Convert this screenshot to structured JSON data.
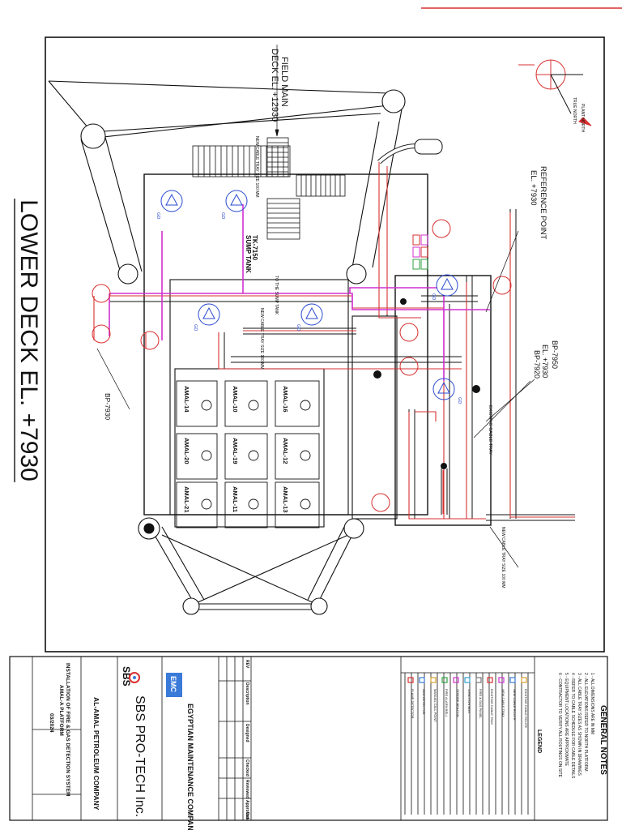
{
  "title": "LOWER DECK EL. +7930",
  "notes": {
    "heading": "GENERAL NOTES",
    "legend_heading": "LEGEND",
    "items": [
      "1 - ALL DIMENSIONS ARE IN MM",
      "2 - ALL ELEVATIONS REFER TO NORTH PLATFORM",
      "3 - ALL CABLE TRAY SIZES AS SHOWN IN DRAWINGS",
      "4 - REFER TO CABLE SCHEDULE FOR CABLE DETAILS",
      "5 - EQUIPMENT LOCATIONS ARE APPROXIMATE",
      "6 - CONTRACTOR TO VERIFY ALL ROUTINGS ON SITE"
    ],
    "legend_items": [
      "FLAME DETECTOR",
      "GAS DETECTOR",
      "MANUAL CALL POINT",
      "FIRE ALARM BELL",
      "STROBE BEACON",
      "JUNCTION BOX",
      "FIRE & GAS PANEL",
      "EXISTING CABLE TRAY",
      "NEW CABLE TRAY",
      "NEW CABLE ROUTE",
      "EXISTING CABLE ROUTE"
    ],
    "legend_colors": [
      "#d93030",
      "#3a7ad9",
      "#d9a030",
      "#30a040",
      "#d030d0",
      "#30a0d0",
      "#777777",
      "#d93030",
      "#d030d0",
      "#3a7ad9",
      "#d9a030"
    ]
  },
  "title_block": {
    "consultant": "EGYPTIAN MAINTENANCE COMPANY",
    "consultant_abbr": "EMC",
    "contractor": "SBS PRO-TECH Inc.",
    "contractor_abbr": "SBS",
    "client": "AL-AMAL PETROLEUM COMPANY",
    "project": "INSTALLATION OF FIRE & GAS DETECTION SYSTEM",
    "location": "AMAL-A PLATFORM",
    "date": "03/2024",
    "rev_headers": [
      "REV",
      "Description",
      "Designed",
      "Checked",
      "Reviewed",
      "Approved",
      "Date"
    ]
  },
  "labels": {
    "field_main": "FIELD MAIN",
    "deck_el": "DECK EL. +12930",
    "ref_point": "REFERENCE POINT",
    "ref_el": "EL. +7930",
    "bp_7950": "BP-7950",
    "bp_el": "EL. +7930",
    "bp_7920": "BP-7920",
    "bp_7930": "BP-7930",
    "sump_tank": "TK-7150",
    "sump_tank_sub": "SUMP TANK",
    "tray_1": "NEW CABLE TRAY SIZE 100 MM",
    "tray_2": "NEW CABLE TRAY SIZE 100 MM",
    "tray_3": "NEW CABLE TRAY SIZE 100 MM",
    "existing_tray": "EXISTING CABLE TRAY",
    "to_sump": "TO THE SUMP TANK",
    "plant_north": "PLANT NORTH",
    "true_north": "TRUE NORTH"
  },
  "wells": [
    "AMAL-14",
    "AMAL-10",
    "AMAL-16",
    "AMAL-12",
    "AMAL-19",
    "AMAL-20",
    "AMAL-13",
    "AMAL-11",
    "AMAL-21"
  ],
  "detectors": [
    "GD",
    "GD",
    "GD",
    "GD",
    "GD",
    "GD"
  ],
  "colors": {
    "red": "#d93030",
    "magenta": "#d030d0",
    "blue": "#2a4ad0",
    "line": "#111111"
  }
}
